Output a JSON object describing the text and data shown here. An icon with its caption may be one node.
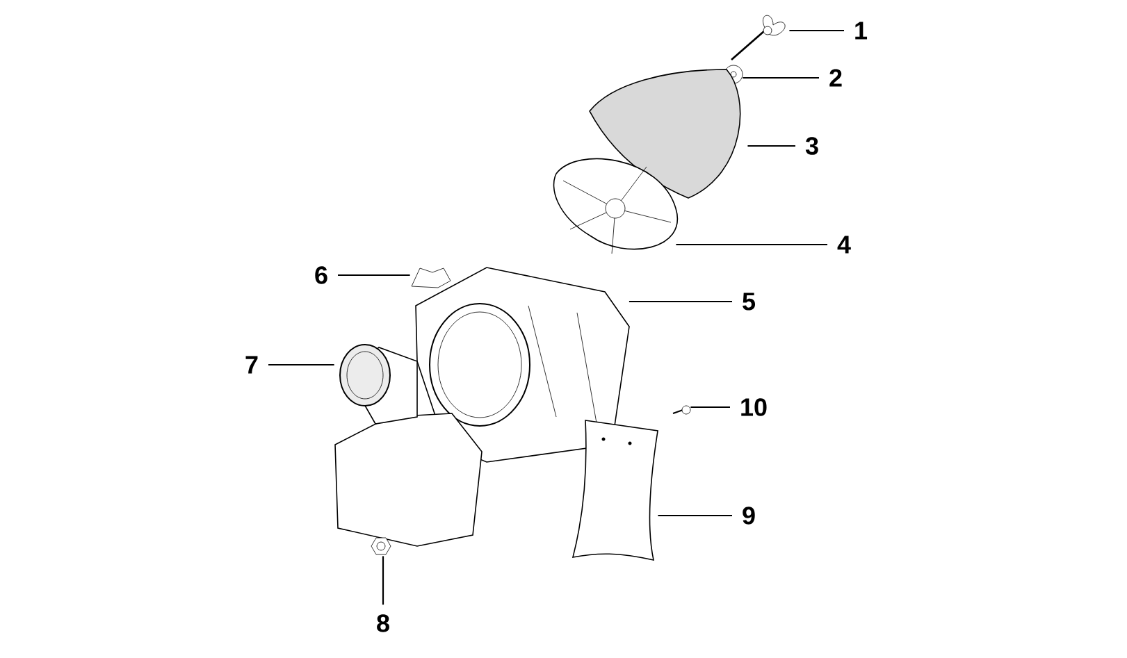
{
  "diagram": {
    "nodes": [
      {
        "text": [
          "1"
        ]
      },
      {
        "text": [
          "2"
        ]
      },
      {
        "text": [
          "3"
        ]
      },
      {
        "text": [
          "4"
        ]
      },
      {
        "text": [
          "5"
        ]
      },
      {
        "text": [
          "6"
        ]
      },
      {
        "text": [
          "7"
        ]
      },
      {
        "text": [
          "8"
        ]
      },
      {
        "text": [
          "9"
        ]
      },
      {
        "text": [
          "10"
        ]
      },
      {
        "text": [],
        "shape": "picture"
      },
      {
        "text": [],
        "shape": "picture"
      },
      {
        "text": [],
        "shape": "picture"
      },
      {
        "text": [],
        "shape": "picture"
      },
      {
        "text": [],
        "shape": "picture"
      },
      {
        "text": [],
        "shape": "picture"
      },
      {
        "text": [],
        "shape": "picture"
      },
      {
        "text": [],
        "shape": "picture"
      },
      {
        "text": [],
        "shape": "picture"
      },
      {
        "text": [],
        "shape": "picture"
      }
    ],
    "edges": [
      {
        "from": 0,
        "to": 10,
        "arrow": "none"
      },
      {
        "from": 1,
        "to": 11,
        "arrow": "none"
      },
      {
        "from": 2,
        "to": 12,
        "arrow": "none"
      },
      {
        "from": 3,
        "to": 13,
        "arrow": "none"
      },
      {
        "from": 4,
        "to": 14,
        "arrow": "none"
      },
      {
        "from": 5,
        "to": 15,
        "arrow": "none"
      },
      {
        "from": 6,
        "to": 16,
        "arrow": "none"
      },
      {
        "from": 7,
        "to": 17,
        "arrow": "none"
      },
      {
        "from": 8,
        "to": 18,
        "arrow": "none"
      },
      {
        "from": 9,
        "to": 19,
        "arrow": "none"
      }
    ]
  }
}
